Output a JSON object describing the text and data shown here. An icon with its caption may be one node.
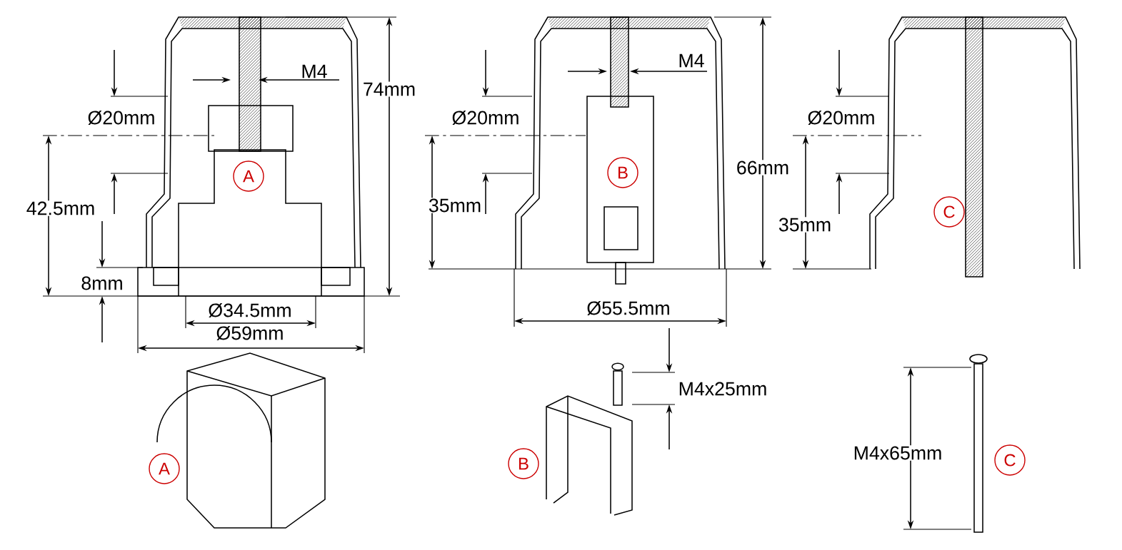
{
  "diagram": {
    "nodes": [
      {
        "text": [
          "A"
        ]
      },
      {
        "text": [
          "B"
        ]
      },
      {
        "text": [
          "C"
        ]
      },
      {
        "text": [
          "A"
        ]
      },
      {
        "text": [
          "B"
        ]
      },
      {
        "text": [
          "C"
        ]
      }
    ],
    "labels": [
      "M4",
      "74mm",
      "Ø20mm",
      "42.5mm",
      "8mm",
      "Ø34.5mm",
      "Ø59mm",
      "M4",
      "Ø20mm",
      "66mm",
      "35mm",
      "Ø55.5mm",
      "M4x25mm",
      "Ø20mm",
      "35mm",
      "M4x65mm"
    ]
  }
}
